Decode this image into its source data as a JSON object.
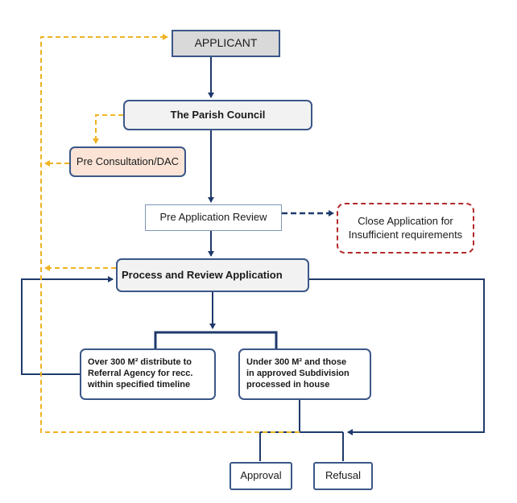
{
  "nodes": {
    "applicant": "APPLICANT",
    "parish_council": "The Parish Council",
    "pre_consultation": "Pre Consultation/DAC",
    "pre_application_review": "Pre Application Review",
    "close_application": "Close Application for\nInsufficient requirements",
    "process_review": "Process and Review Application",
    "over_300": "Over 300 M² distribute to\nReferral Agency for recc.\n within specified timeline",
    "under_300": "Under 300 M² and those\nin approved Subdivision\nprocessed in house",
    "approval": "Approval",
    "refusal": "Refusal"
  },
  "colors": {
    "solid_connector": "#1f3a6b",
    "dashed_feedback": "#f0b323",
    "close_border": "#b22a2a",
    "applicant_fill": "#d9d9d9",
    "pre_consult_fill": "#fbe4d6"
  }
}
